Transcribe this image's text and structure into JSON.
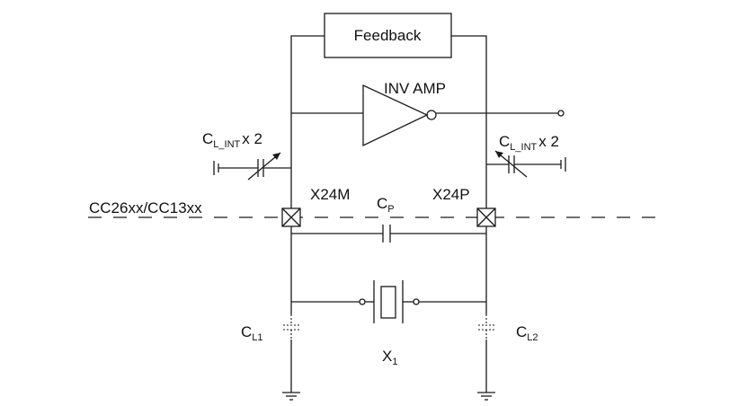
{
  "feedback": {
    "label": "Feedback"
  },
  "amplifier": {
    "label": "INV AMP"
  },
  "cap_int_left": {
    "main": "C",
    "sub": "L_INT",
    "suffix": "x 2"
  },
  "cap_int_right": {
    "main": "C",
    "sub": "L_INT",
    "suffix": "x 2"
  },
  "chip": {
    "label": "CC26xx/CC13xx"
  },
  "pin_left": {
    "label": "X24M"
  },
  "pin_right": {
    "label": "X24P"
  },
  "cap_parasitic": {
    "main": "C",
    "sub": "P"
  },
  "cap_load_1": {
    "main": "C",
    "sub": "L1"
  },
  "cap_load_2": {
    "main": "C",
    "sub": "L2"
  },
  "crystal": {
    "main": "X",
    "sub": "1"
  }
}
